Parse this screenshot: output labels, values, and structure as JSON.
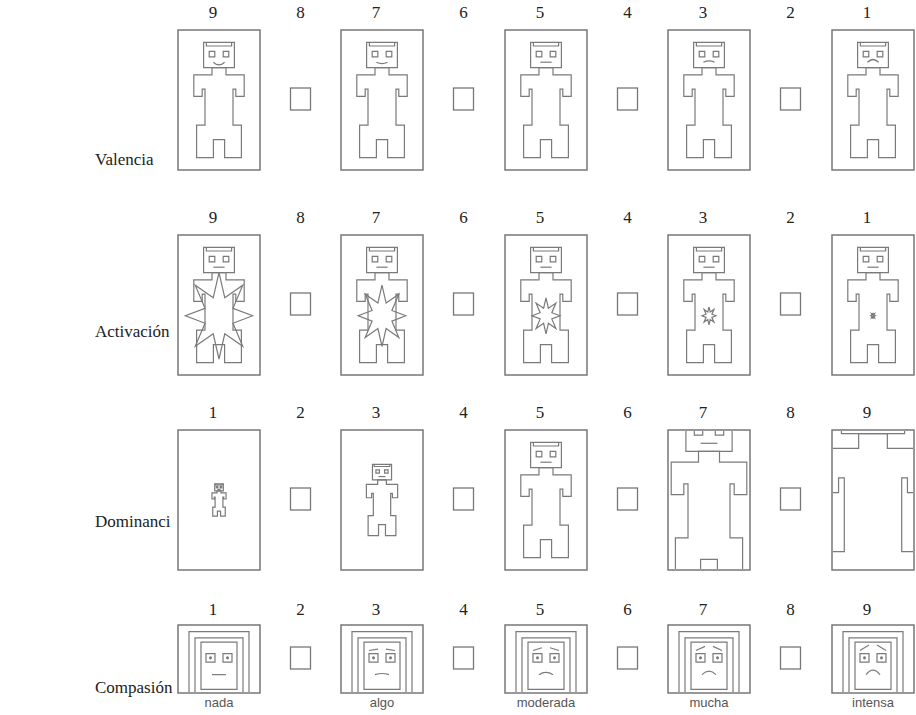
{
  "diagram": {
    "labels": [
      "9",
      "8",
      "7",
      "6",
      "5",
      "4",
      "3",
      "2",
      "1",
      "Valencia",
      "9",
      "8",
      "7",
      "6",
      "5",
      "4",
      "3",
      "2",
      "1",
      "Activación",
      "1",
      "2",
      "3",
      "4",
      "5",
      "6",
      "7",
      "8",
      "9",
      "Dominanci",
      "1",
      "2",
      "3",
      "4",
      "5",
      "6",
      "7",
      "8",
      "9",
      "Compasión",
      "nada",
      "algo",
      "moderada",
      "mucha",
      "intensa"
    ]
  }
}
